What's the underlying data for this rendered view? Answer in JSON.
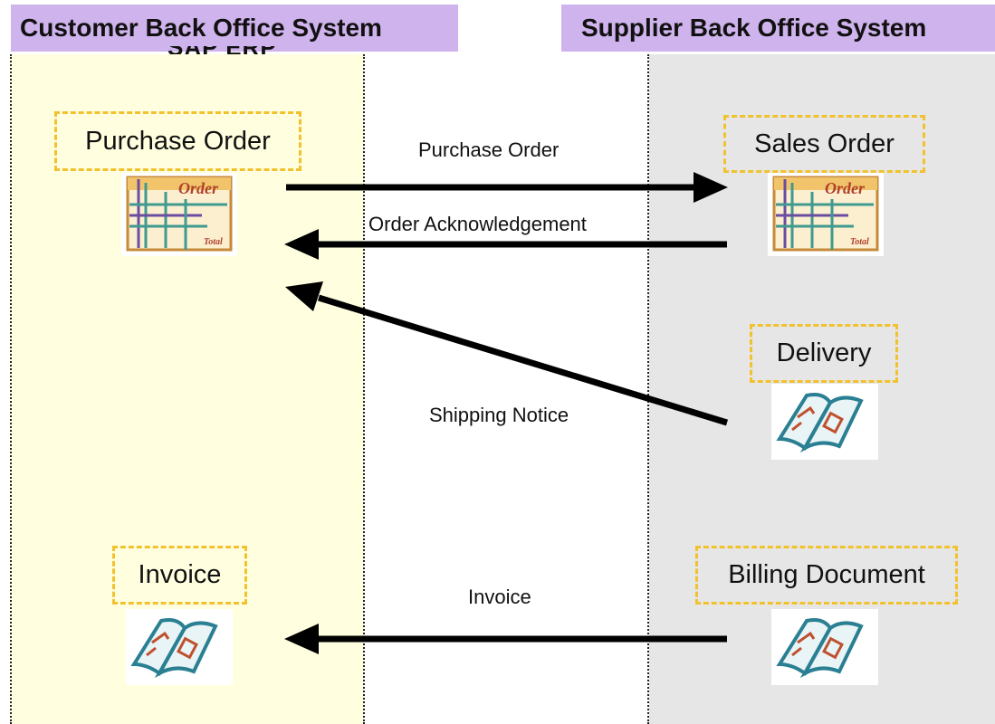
{
  "headers": {
    "customer": "Customer Back Office System",
    "customer_subtitle_cut": "SAP ERP",
    "supplier": "Supplier Back Office System"
  },
  "documents": {
    "purchase_order": "Purchase Order",
    "sales_order": "Sales Order",
    "delivery": "Delivery",
    "invoice": "Invoice",
    "billing_document": "Billing Document"
  },
  "messages": {
    "purchase_order": "Purchase Order",
    "order_acknowledgement": "Order Acknowledgement",
    "shipping_notice": "Shipping Notice",
    "invoice": "Invoice"
  },
  "icons": {
    "order_form_text": "Order",
    "order_total_text": "Total",
    "order_form": "order-form-icon",
    "document": "open-document-icon"
  },
  "colors": {
    "customer_lane": "#ffffe0",
    "supplier_lane": "#e6e6e6",
    "header_bg": "#cfb3ec",
    "dashed_border": "#f2c22e"
  }
}
